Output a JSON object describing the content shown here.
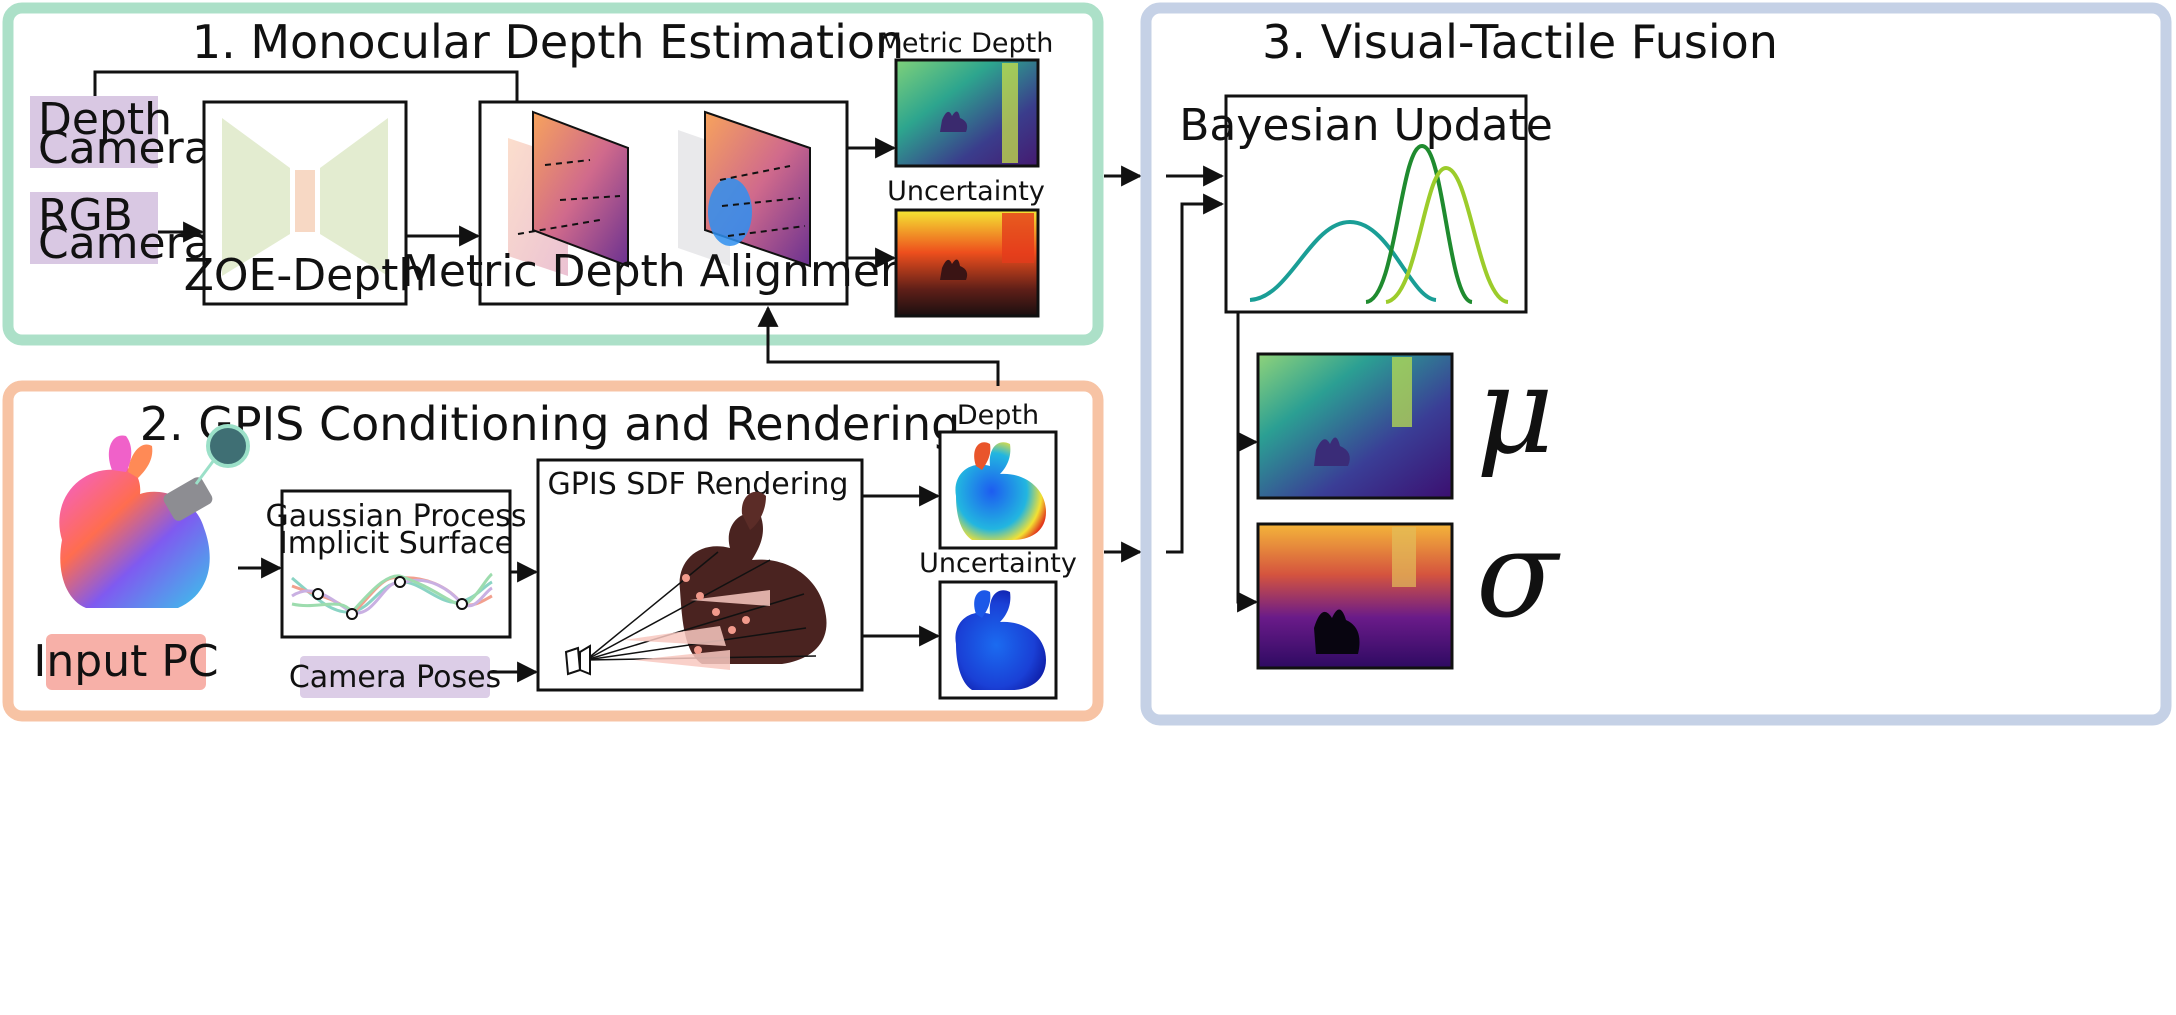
{
  "sections": {
    "depth_estimation": {
      "title": "1. Monocular Depth Estimation"
    },
    "gpis": {
      "title": "2. GPIS Conditioning and Rendering"
    },
    "fusion": {
      "title": "3. Visual-Tactile Fusion"
    }
  },
  "inputs": {
    "depth_camera": [
      "Depth",
      "Camera"
    ],
    "rgb_camera": [
      "RGB",
      "Camera"
    ],
    "input_pc": "Input PC",
    "camera_poses": "Camera Poses"
  },
  "modules": {
    "zoe_depth": "ZOE-Depth",
    "metric_alignment": "Metric Depth Alignment",
    "gp_implicit": [
      "Gaussian Process",
      "Implicit Surface"
    ],
    "gpis_render": "GPIS SDF Rendering",
    "bayesian": "Bayesian Update"
  },
  "outputs": {
    "metric_depth": "Metric Depth",
    "uncertainty_top": "Uncertainty",
    "depth": "Depth",
    "uncertainty_bottom": "Uncertainty",
    "mu": "μ",
    "sigma": "σ"
  },
  "colors": {
    "section1_border": "#ace0c8",
    "section2_border": "#f7c3a4",
    "section3_border": "#c5d1e6",
    "camera_box": "#d9c8e3",
    "input_pc_box": "#f7b0a8",
    "poses_box": "#dccde7",
    "zoe_shape": "#e3ecd0",
    "zoe_bottleneck": "#f7d8c4",
    "curve_teal": "#1a9e96",
    "curve_green": "#1f8b2f",
    "curve_lime": "#9ccc2b"
  }
}
